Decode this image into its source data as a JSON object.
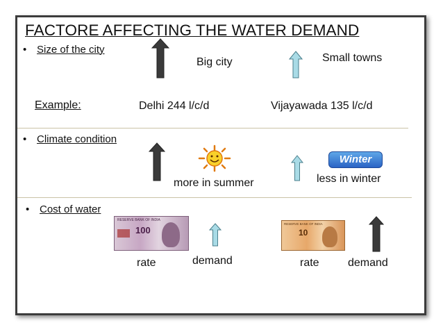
{
  "title": "FACTORE AFFECTING THE WATER DEMAND",
  "section_size": {
    "bullet": "Size of the city",
    "big_city": "Big city",
    "small_towns": "Small towns",
    "example_label": "Example:",
    "delhi": "Delhi 244 l/c/d",
    "vijayawada": "Vijayawada 135 l/c/d"
  },
  "section_climate": {
    "bullet": "Climate condition",
    "summer": "more in summer",
    "winter": "less in winter",
    "winter_badge": "Winter"
  },
  "section_cost": {
    "bullet": "Cost of water",
    "note100": {
      "denomination": "100",
      "bank": "RESERVE BANK OF INDIA"
    },
    "note10": {
      "denomination": "10",
      "bank": "RESERVE BANK OF INDIA"
    },
    "left_rate": "rate",
    "left_demand": "demand",
    "right_rate": "rate",
    "right_demand": "demand"
  },
  "colors": {
    "dark_arrow": "#3a3a3a",
    "light_arrow": "#a9dbe6",
    "divider": "#c9c2a6"
  }
}
